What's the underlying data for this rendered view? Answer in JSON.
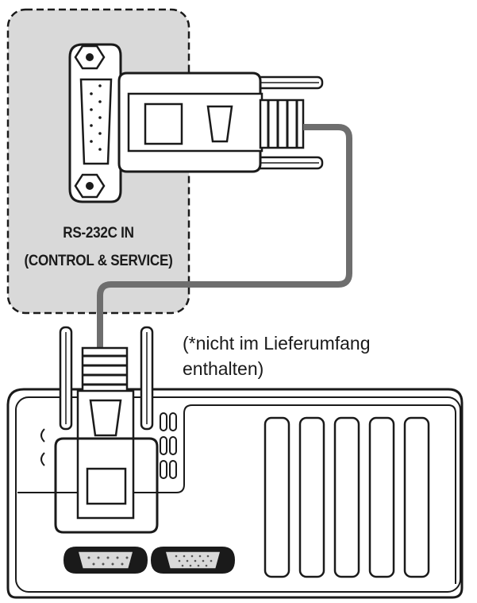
{
  "port_label": {
    "line1": "RS-232C IN",
    "line2": "(CONTROL & SERVICE)"
  },
  "note": {
    "line1": "(*nicht im Lieferumfang",
    "line2": "enthalten)"
  },
  "colors": {
    "panel_fill": "#d9d9d9",
    "cable": "#6e6e6e",
    "outline": "#1a1a1a"
  },
  "icons": [
    "d-sub-9-port-icon",
    "rs232-cable-icon",
    "computer-case-icon",
    "serial-port-icon",
    "vga-port-icon"
  ]
}
